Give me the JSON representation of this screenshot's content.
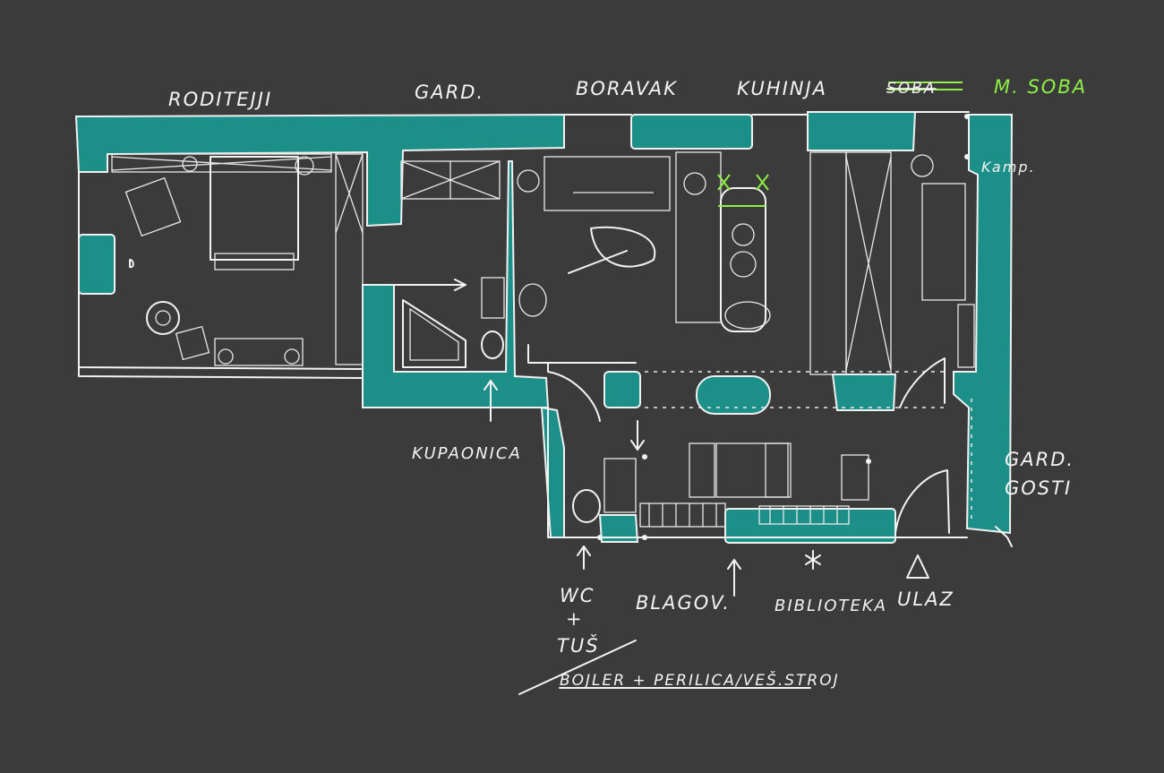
{
  "colors": {
    "background": "#3b3b3c",
    "wall_fill": "#1b8f88",
    "sketch_line": "#f3f3f3",
    "highlight_green": "#8ef043"
  },
  "labels": {
    "roditelji": "RODITEJJI",
    "gard_top": "GARD.",
    "boravak": "BORAVAK",
    "kuhinja": "KUHINJA",
    "struck_word": "SOBA",
    "m_soba": "M. SOBA",
    "kamp": "Kamp.",
    "kupaonica": "KUPAONICA",
    "gard_gosti_line1": "GARD.",
    "gard_gosti_line2": "GOSTI",
    "wc": "WC",
    "plus": "+",
    "tus": "TUŠ",
    "blagovaonica": "BLAGOV.",
    "biblioteka": "BIBLIOTEKA",
    "ulaz": "ULAZ",
    "note": "BOJLER + PERILICA/VEŠ.STROJ"
  }
}
